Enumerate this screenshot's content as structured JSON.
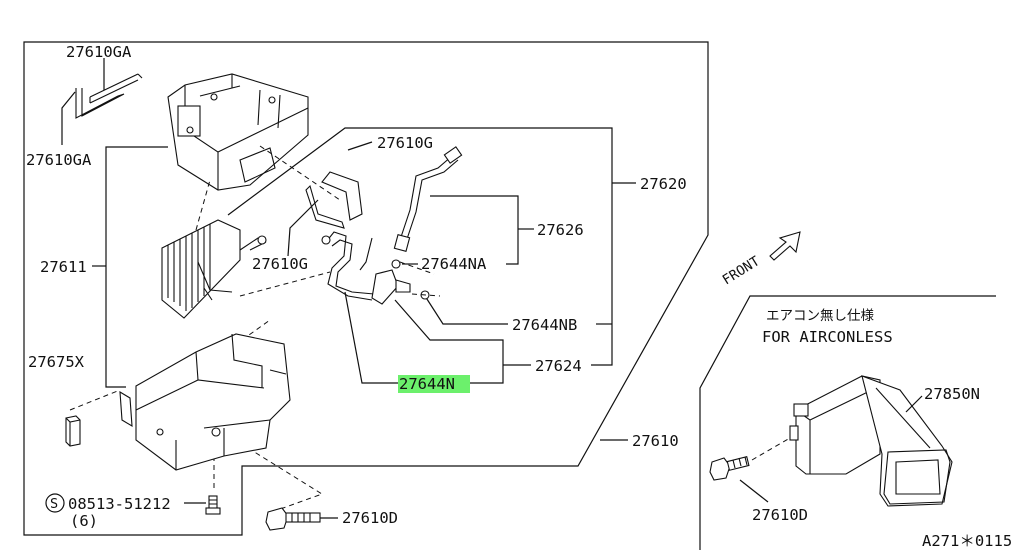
{
  "diagram": {
    "part_labels": {
      "p27610GA_top": "27610GA",
      "p27610GA_left": "27610GA",
      "p27610G_top": "27610G",
      "p27610G_mid": "27610G",
      "p27620": "27620",
      "p27626": "27626",
      "p27644NA": "27644NA",
      "p27611": "27611",
      "p27644NB": "27644NB",
      "p27675X": "27675X",
      "p27624": "27624",
      "p27644N": "27644N",
      "p27610": "27610",
      "p08513": "08513-51212",
      "p08513_qty": "(6)",
      "p08513_circle": "S",
      "p27610D_main": "27610D",
      "p27850N": "27850N",
      "p27610D_inset": "27610D"
    },
    "front_label": "FRONT",
    "inset": {
      "title_jp": "エアコン無し仕様",
      "title_en": "FOR AIRCONLESS"
    },
    "diagram_code": "A271＊0115",
    "highlight_color": "#6cf06c"
  }
}
